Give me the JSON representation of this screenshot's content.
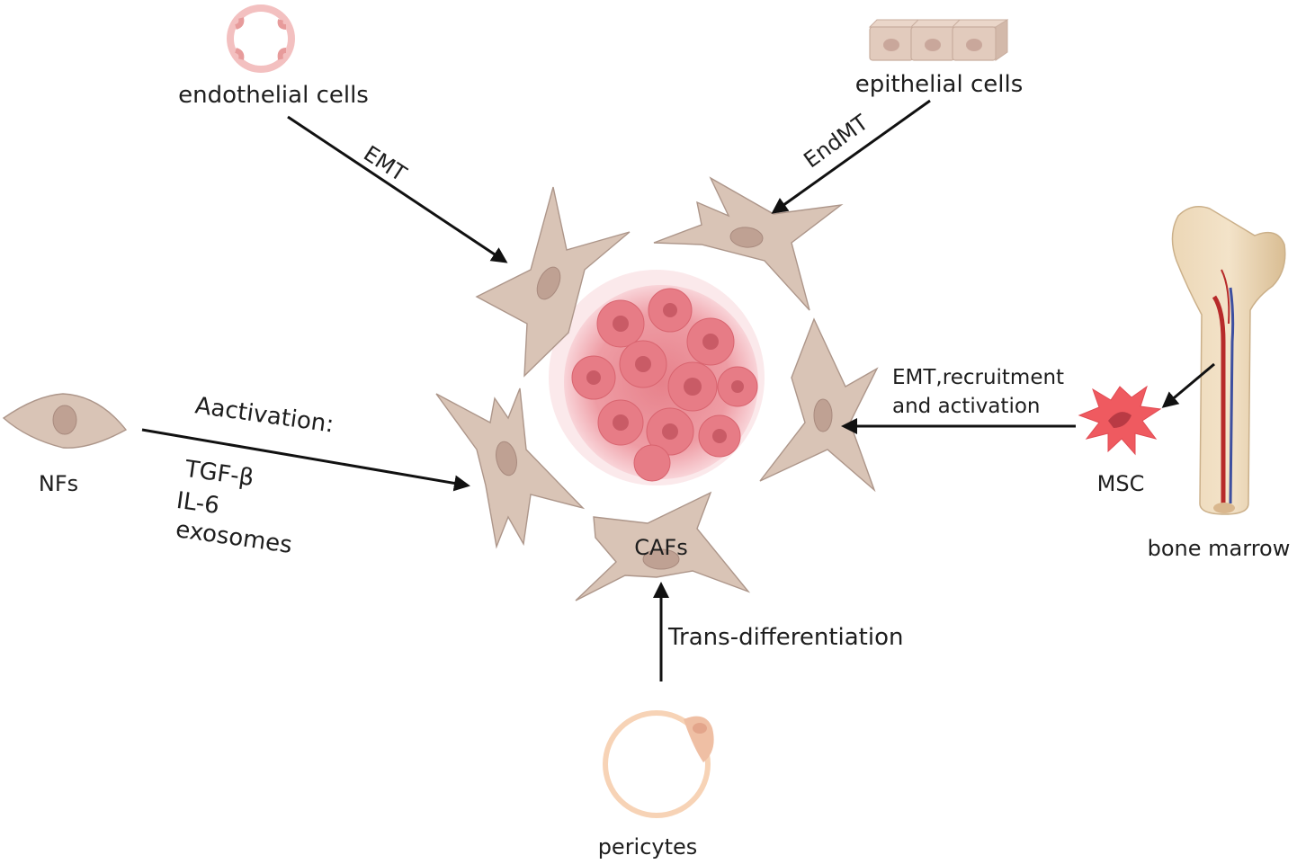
{
  "labels": {
    "endothelial": "endothelial cells",
    "epithelial": "epithelial cells",
    "emt": "EMT",
    "endmt": "EndMT",
    "activation": "Aactivation:",
    "tgf": "TGF-β",
    "il6": "IL-6",
    "exosomes": "exosomes",
    "nfs": "NFs",
    "cafs": "CAFs",
    "msc_path_line1": "EMT,recruitment",
    "msc_path_line2": "and activation",
    "msc": "MSC",
    "bone_marrow": "bone marrow",
    "trans": "Trans-differentiation",
    "pericytes": "pericytes"
  },
  "colors": {
    "fibroblast": "#d9c4b6",
    "fibroblast_nucleus": "#bfa193",
    "tumor": "#e8808a",
    "tumor_light": "#f6c6cc",
    "endothelial": "#eea3a3",
    "msc": "#ef5a60",
    "bone": "#e7cfa9",
    "pericyte": "#f5c9a9",
    "arrow": "#111111"
  },
  "icons": [
    "endothelial-cell-icon",
    "epithelial-cells-icon",
    "fibroblast-icon",
    "tumor-cluster-icon",
    "msc-icon",
    "bone-marrow-icon",
    "pericyte-icon"
  ]
}
